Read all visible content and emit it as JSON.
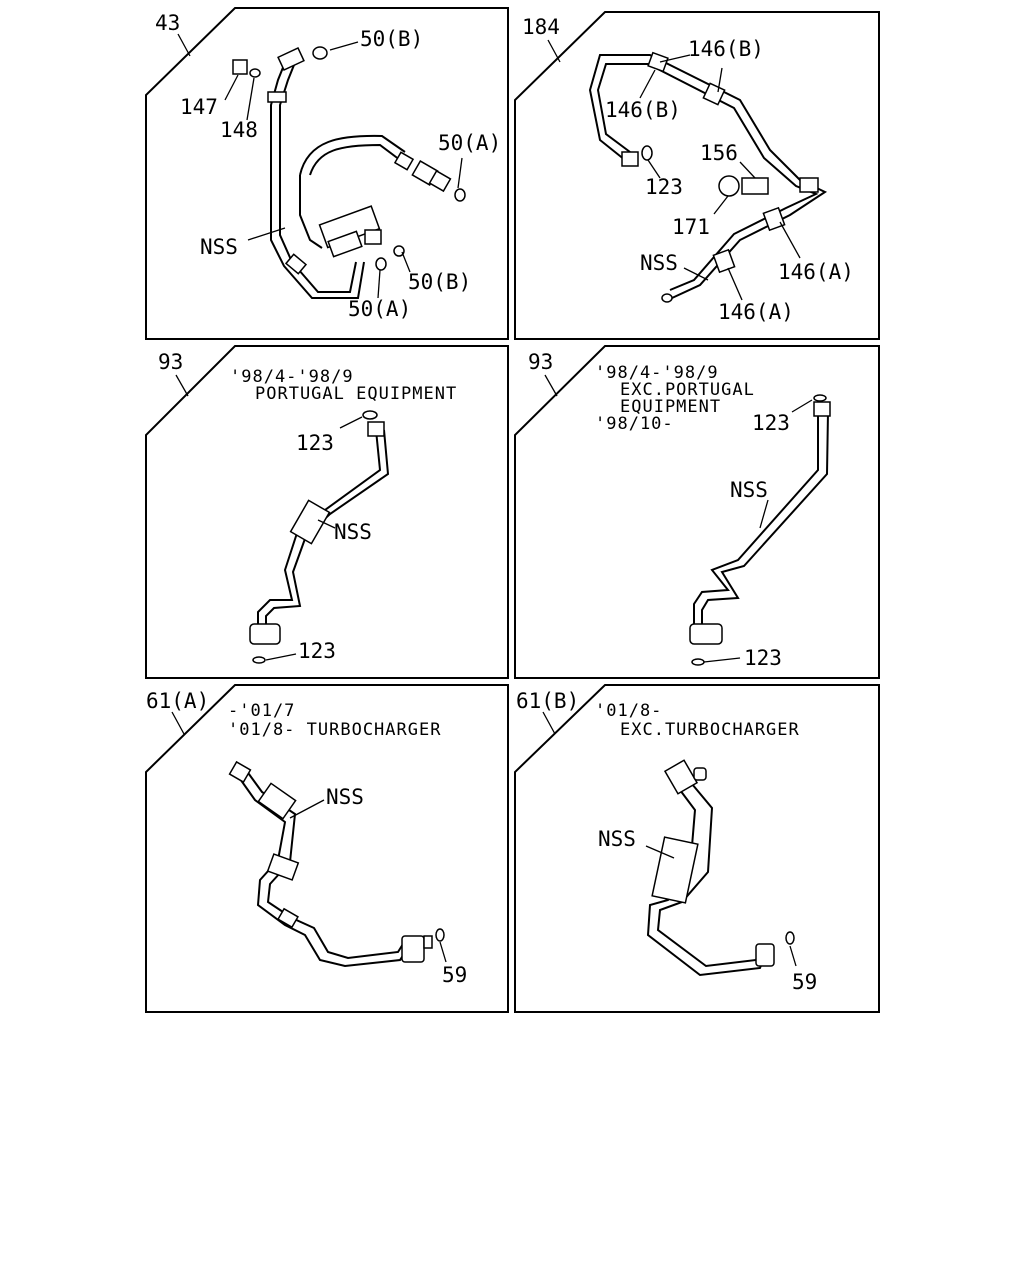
{
  "panels": [
    {
      "ref": "43",
      "notes": [],
      "labels": [
        "50(B)",
        "50(A)",
        "147",
        "148",
        "NSS",
        "50(B)",
        "50(A)"
      ]
    },
    {
      "ref": "184",
      "notes": [],
      "labels": [
        "146(B)",
        "146(B)",
        "156",
        "123",
        "171",
        "NSS",
        "146(A)",
        "146(A)"
      ]
    },
    {
      "ref": "93",
      "notes": [
        "'98/4-'98/9",
        "PORTUGAL EQUIPMENT"
      ],
      "labels": [
        "123",
        "NSS",
        "123"
      ]
    },
    {
      "ref": "93",
      "notes": [
        "'98/4-'98/9",
        "EXC.PORTUGAL",
        "EQUIPMENT",
        "'98/10-"
      ],
      "labels": [
        "123",
        "NSS",
        "123"
      ]
    },
    {
      "ref": "61(A)",
      "notes": [
        "-'01/7",
        "'01/8- TURBOCHARGER"
      ],
      "labels": [
        "NSS",
        "59"
      ]
    },
    {
      "ref": "61(B)",
      "notes": [
        "'01/8-",
        "EXC.TURBOCHARGER"
      ],
      "labels": [
        "NSS",
        "59"
      ]
    }
  ]
}
